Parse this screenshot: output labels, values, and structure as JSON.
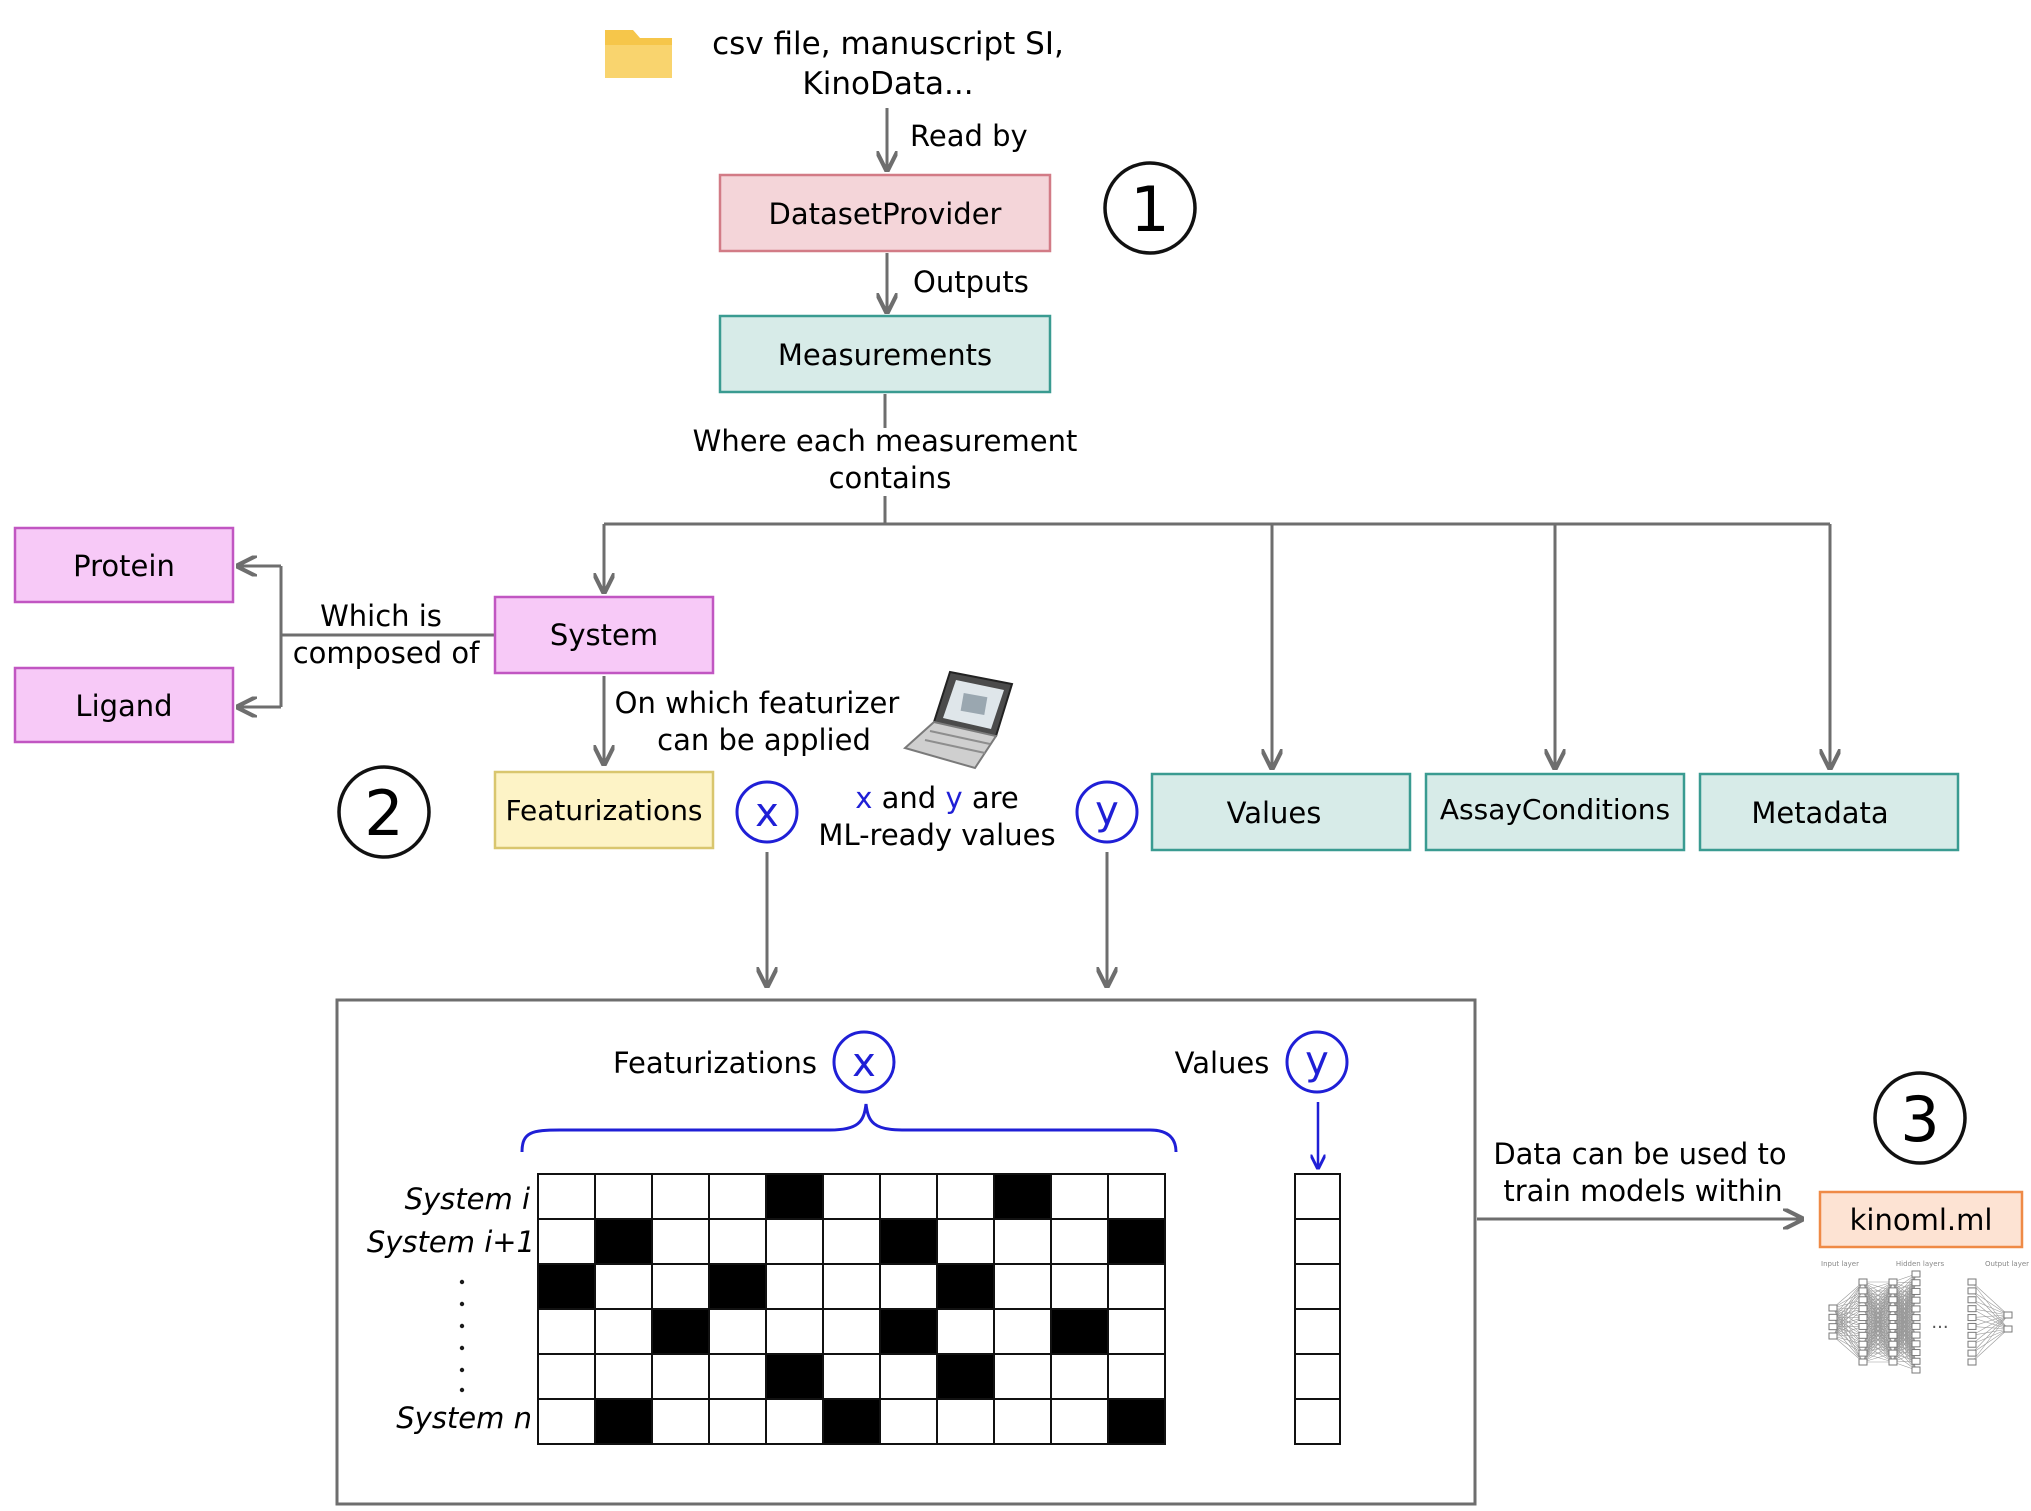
{
  "source": {
    "line1": "csv file, manuscript SI,",
    "line2": "KinoData...",
    "icon": "folder-icon"
  },
  "edges": {
    "read_by": "Read by",
    "outputs": "Outputs",
    "contains_line1": "Where each measurement",
    "contains_line2": "contains",
    "composed_line1": "Which is",
    "composed_line2": "composed of",
    "featurizer_line1": "On which featurizer",
    "featurizer_line2": "can be applied",
    "mlready_x": "x",
    "mlready_and": " and ",
    "mlready_y": "y",
    "mlready_are": " are",
    "mlready_line2": "ML-ready values",
    "train_line1": "Data can be used to",
    "train_line2": "train models within"
  },
  "nodes": {
    "dataset_provider": "DatasetProvider",
    "measurements": "Measurements",
    "protein": "Protein",
    "ligand": "Ligand",
    "system": "System",
    "featurizations": "Featurizations",
    "values": "Values",
    "assay_conditions": "AssayConditions",
    "metadata": "Metadata",
    "kinoml": "kinoml.ml"
  },
  "steps": {
    "one": "1",
    "two": "2",
    "three": "3"
  },
  "symbols": {
    "x": "x",
    "y": "y"
  },
  "matrix": {
    "featurizations_label": "Featurizations",
    "values_label": "Values",
    "row_system_i": "System i",
    "row_system_i1": "System i+1",
    "row_system_n": "System n",
    "cells": [
      [
        0,
        0,
        0,
        0,
        1,
        0,
        0,
        0,
        1,
        0,
        0
      ],
      [
        0,
        1,
        0,
        0,
        0,
        0,
        1,
        0,
        0,
        0,
        1
      ],
      [
        1,
        0,
        0,
        1,
        0,
        0,
        0,
        1,
        0,
        0,
        0
      ],
      [
        0,
        0,
        1,
        0,
        0,
        0,
        1,
        0,
        0,
        1,
        0
      ],
      [
        0,
        0,
        0,
        0,
        1,
        0,
        0,
        1,
        0,
        0,
        0
      ],
      [
        0,
        1,
        0,
        0,
        0,
        1,
        0,
        0,
        0,
        0,
        1
      ]
    ]
  },
  "nn_labels": {
    "input": "Input layer",
    "hidden": "Hidden layers",
    "output": "Output layer",
    "ellipsis": "..."
  },
  "colors": {
    "pink_fill": "#f4d5d9",
    "pink_stroke": "#d27b86",
    "teal_fill": "#d7ebe8",
    "teal_stroke": "#3a9b91",
    "magenta_fill": "#f7c9f7",
    "magenta_stroke": "#c156c2",
    "yellow_fill": "#fdf3c6",
    "yellow_stroke": "#d9c66e",
    "orange_fill": "#fde3d3",
    "orange_stroke": "#ef8a46",
    "blue": "#1f1fd6",
    "arrow": "#6e6e6e",
    "folder": "#f6c64a"
  }
}
